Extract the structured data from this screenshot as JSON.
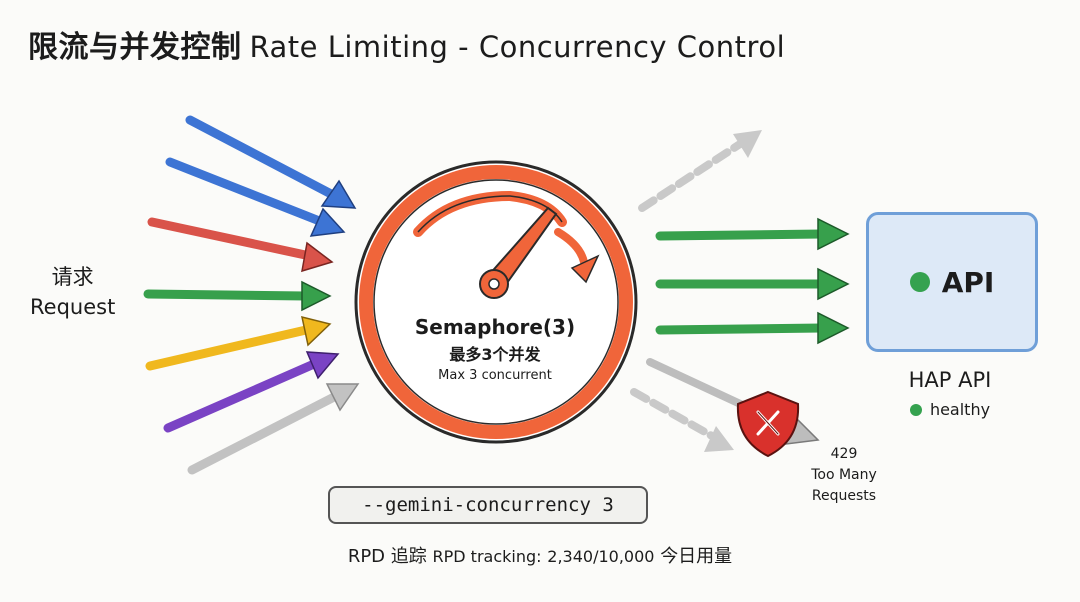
{
  "title": {
    "cn": "限流与并发控制",
    "en": "Rate Limiting - Concurrency Control"
  },
  "request": {
    "cn": "请求",
    "en": "Request"
  },
  "semaphore": {
    "name": "Semaphore(3)",
    "cn": "最多3个并发",
    "en": "Max 3 concurrent"
  },
  "api_box": {
    "label": "API"
  },
  "hap": {
    "name": "HAP API",
    "status": "healthy"
  },
  "error": {
    "code": "429",
    "line1": "Too Many",
    "line2": "Requests",
    "icon": "x-shield-icon"
  },
  "command": "--gemini-concurrency 3",
  "rpd": {
    "prefix": "RPD 追踪",
    "en": "RPD tracking:",
    "value": "2,340/10,000",
    "suffix": "今日用量"
  },
  "colors": {
    "blue": "#3d74d4",
    "red": "#d9534a",
    "green": "#37a04c",
    "yellow": "#f0b81e",
    "purple": "#7a43c4",
    "gray": "#c2c2c2",
    "orange": "#f0653a",
    "api_fill": "#dde9f7",
    "api_border": "#6f9fd8"
  }
}
